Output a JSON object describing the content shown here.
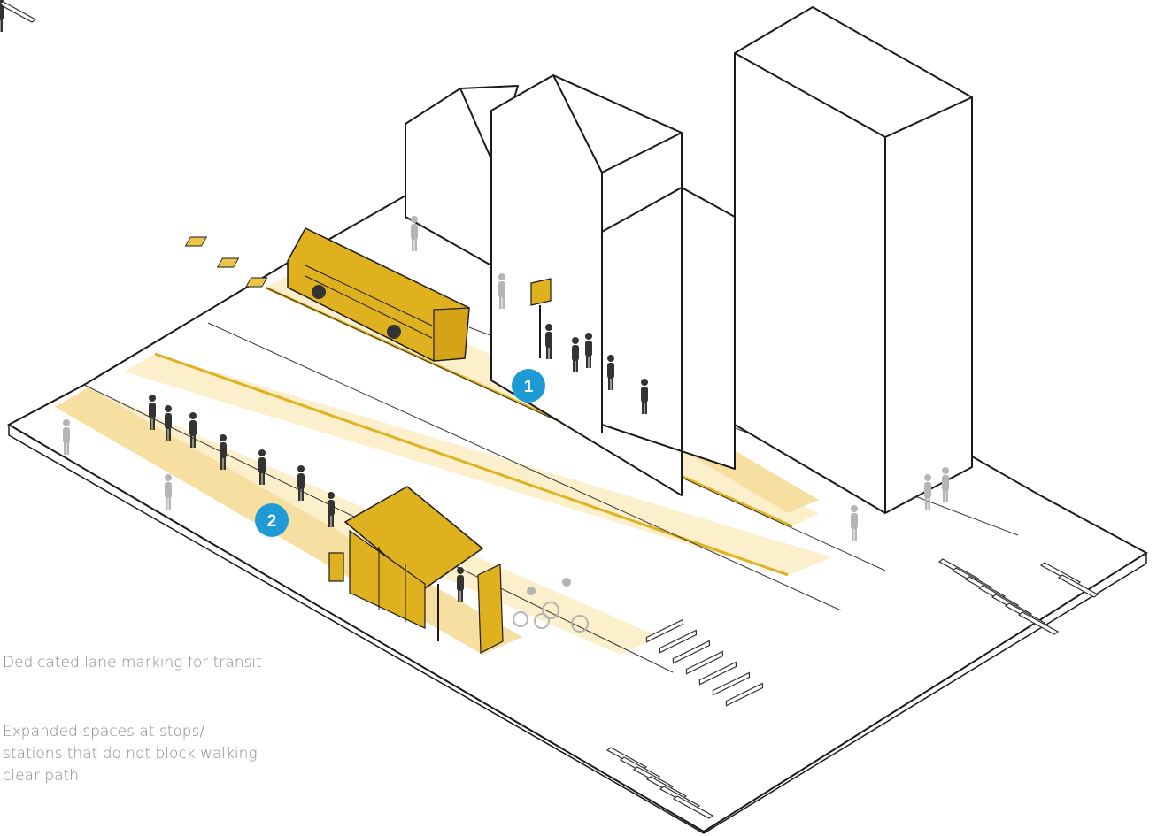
{
  "diagram": {
    "colors": {
      "transit_yellow": "#E0B11E",
      "lane_tint": "#FBEFCC",
      "stop_tint": "#F6DFA0",
      "callout_blue": "#1E9BD7",
      "outline": "#1a1a1a",
      "person_dark": "#333333",
      "person_light": "#b5b5b5",
      "caption_gray": "#8a8a8a"
    },
    "callouts": [
      {
        "number": "1",
        "caption": "Dedicated lane marking for transit",
        "icon": "numbered-circle-icon"
      },
      {
        "number": "2",
        "caption": "Expanded spaces at stops/ stations that do not block walking clear path",
        "icon": "numbered-circle-icon"
      }
    ],
    "elements": [
      "bus",
      "bus-shelter",
      "bus-stop-sign",
      "information-pylon",
      "trash-bin",
      "buildings",
      "crosswalks",
      "pedestrians",
      "cyclists"
    ]
  }
}
